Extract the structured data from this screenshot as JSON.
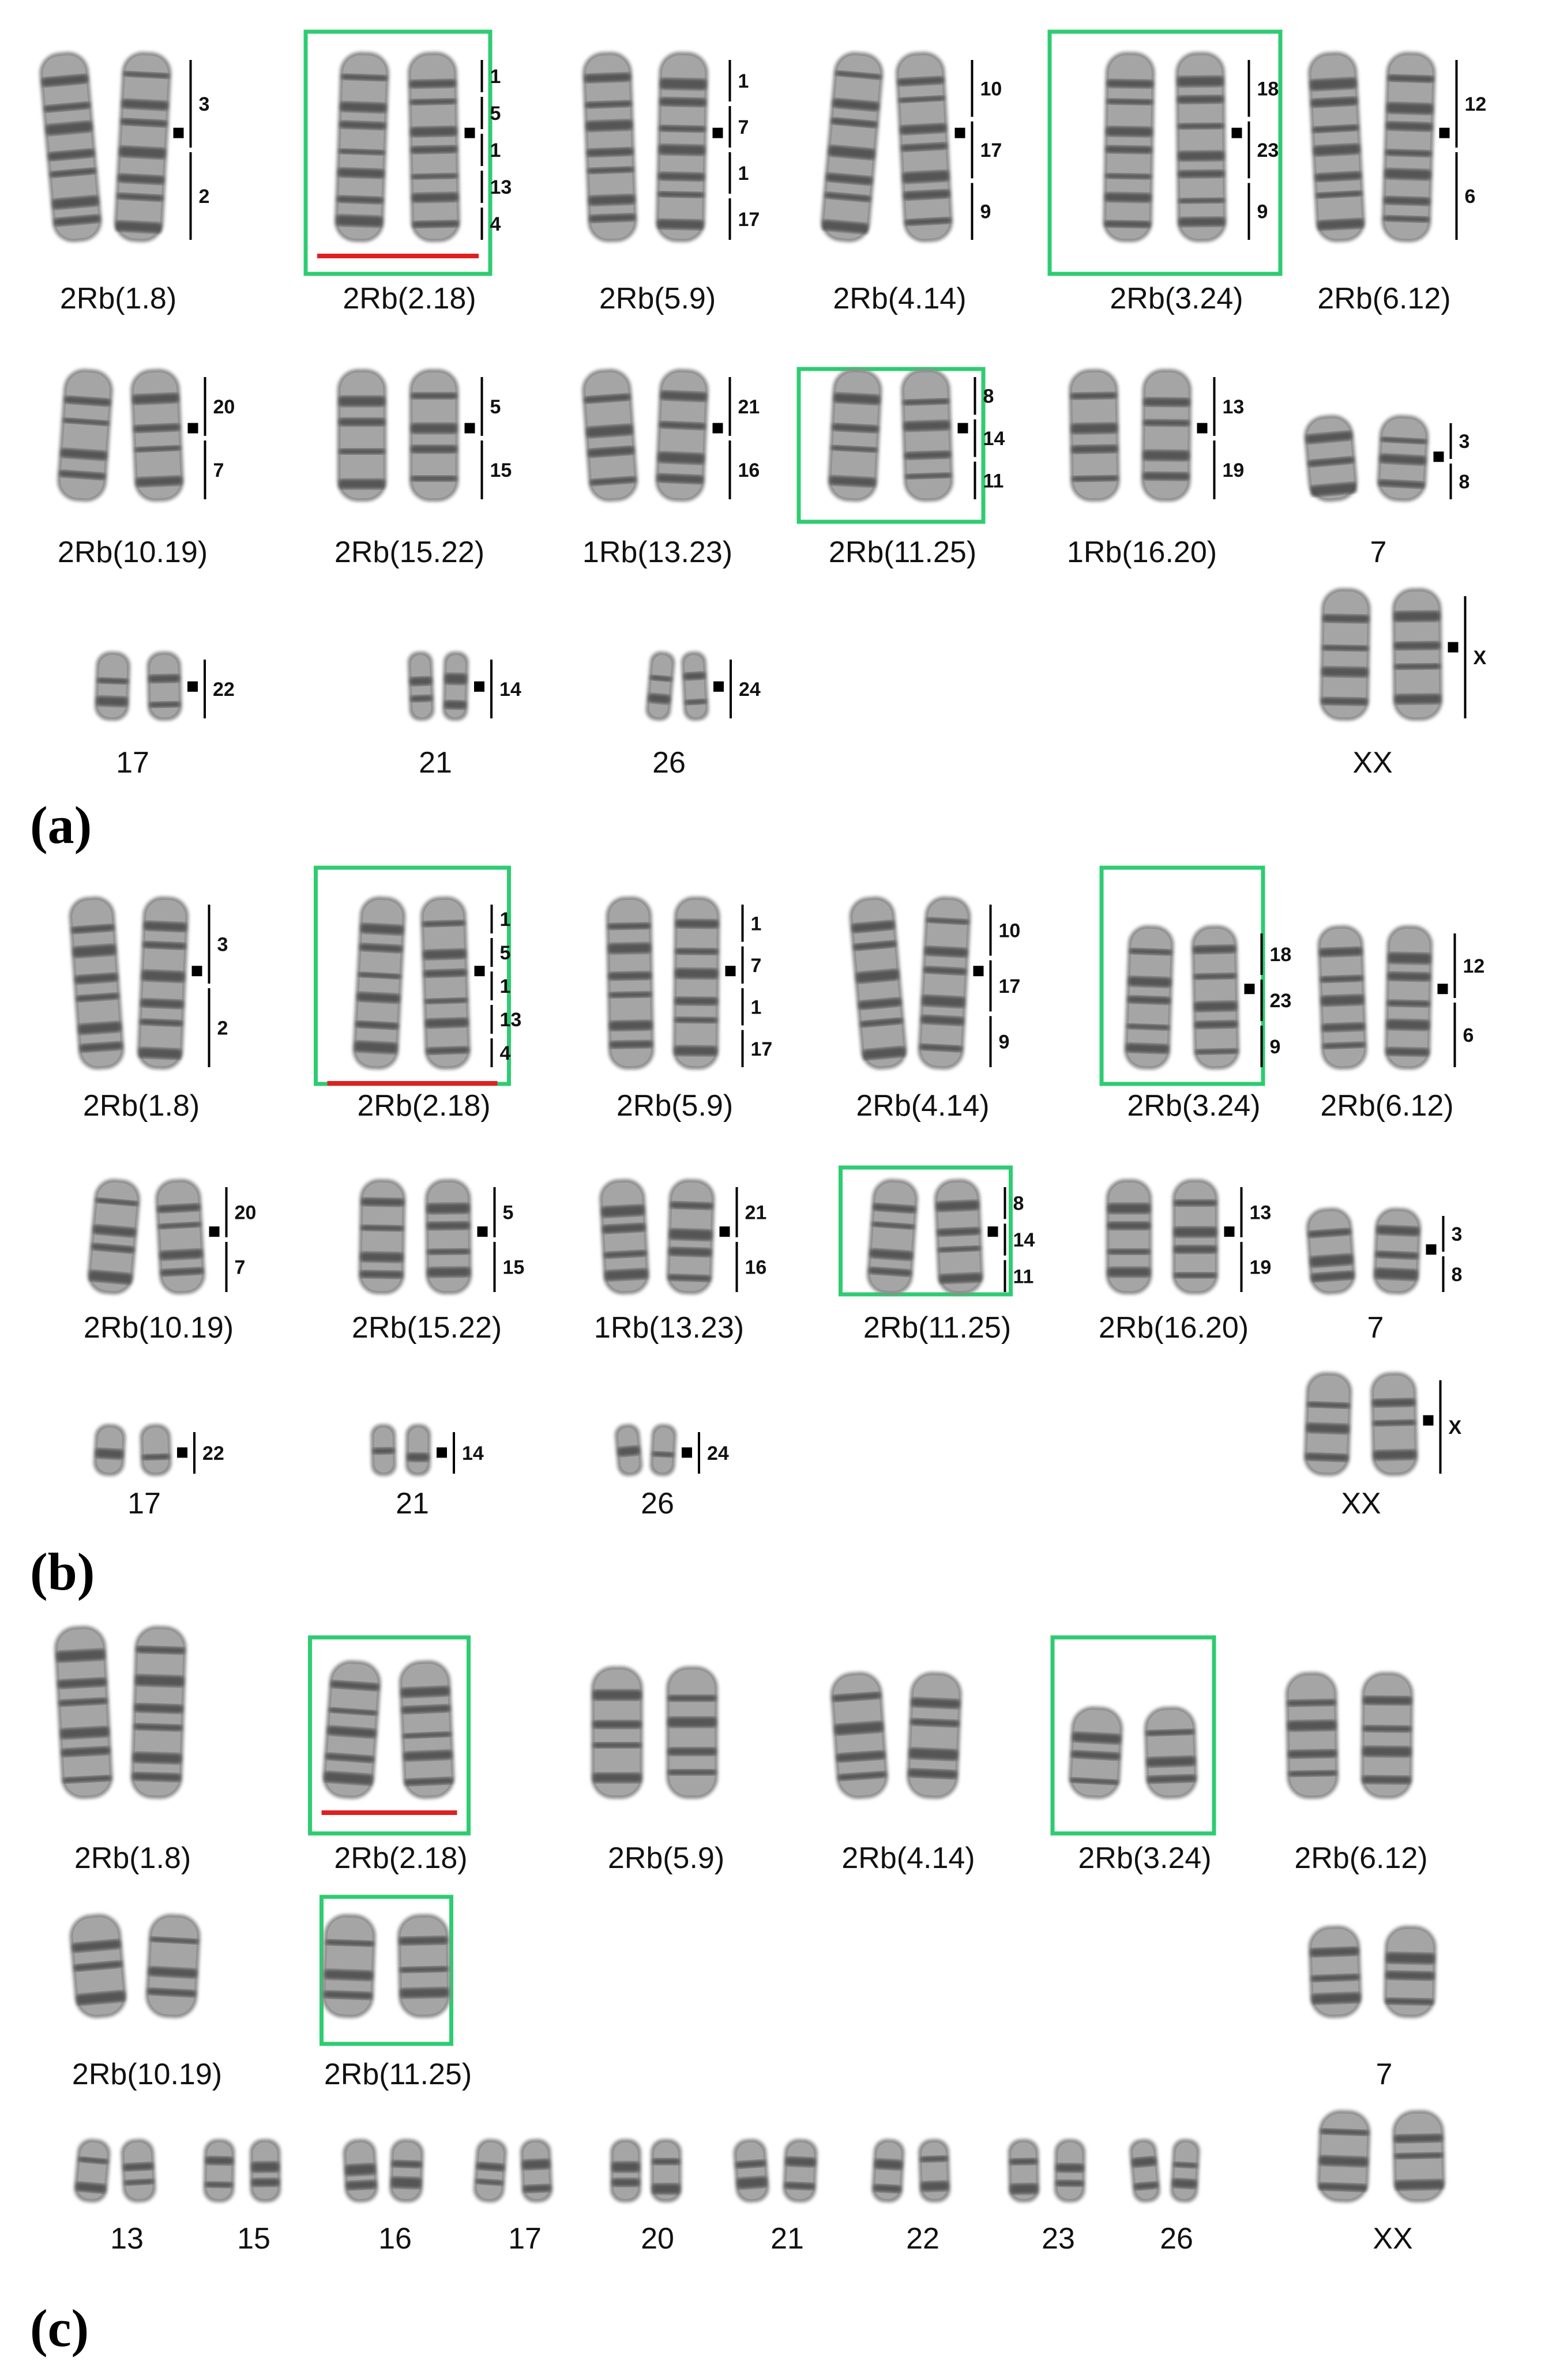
{
  "panels": [
    {
      "label": "(a)",
      "pairs": [
        {
          "name": "2Rb(1.8)",
          "box": false,
          "red_bar": false,
          "arms": [
            "3",
            "2"
          ]
        },
        {
          "name": "2Rb(2.18)",
          "box": true,
          "red_bar": true,
          "arms": [
            "1",
            "5",
            "1",
            "13",
            "4"
          ]
        },
        {
          "name": "2Rb(5.9)",
          "box": false,
          "red_bar": false,
          "arms": [
            "1",
            "7",
            "1",
            "17"
          ]
        },
        {
          "name": "2Rb(4.14)",
          "box": false,
          "red_bar": false,
          "arms": [
            "10",
            "17",
            "9"
          ]
        },
        {
          "name": "2Rb(3.24)",
          "box": true,
          "red_bar": false,
          "arms": [
            "18",
            "23",
            "9"
          ]
        },
        {
          "name": "2Rb(6.12)",
          "box": false,
          "red_bar": false,
          "arms": [
            "12",
            "6"
          ]
        },
        {
          "name": "2Rb(10.19)",
          "box": false,
          "red_bar": false,
          "arms": [
            "20",
            "7"
          ]
        },
        {
          "name": "2Rb(15.22)",
          "box": false,
          "red_bar": false,
          "arms": [
            "5",
            "15"
          ]
        },
        {
          "name": "1Rb(13.23)",
          "box": false,
          "red_bar": false,
          "arms": [
            "21",
            "16"
          ]
        },
        {
          "name": "2Rb(11.25)",
          "box": true,
          "red_bar": false,
          "arms": [
            "8",
            "14",
            "11"
          ]
        },
        {
          "name": "1Rb(16.20)",
          "box": false,
          "red_bar": false,
          "arms": [
            "13",
            "19"
          ]
        },
        {
          "name": "7",
          "box": false,
          "red_bar": false,
          "arms": [
            "3",
            "8"
          ]
        },
        {
          "name": "17",
          "box": false,
          "red_bar": false,
          "arms": [
            "22"
          ]
        },
        {
          "name": "21",
          "box": false,
          "red_bar": false,
          "arms": [
            "14"
          ]
        },
        {
          "name": "26",
          "box": false,
          "red_bar": false,
          "arms": [
            "24"
          ]
        },
        {
          "name": "XX",
          "box": false,
          "red_bar": false,
          "arms": [
            "X"
          ]
        }
      ]
    },
    {
      "label": "(b)",
      "pairs": [
        {
          "name": "2Rb(1.8)",
          "box": false,
          "red_bar": false,
          "arms": [
            "3",
            "2"
          ]
        },
        {
          "name": "2Rb(2.18)",
          "box": true,
          "red_bar": true,
          "arms": [
            "1",
            "5",
            "1",
            "13",
            "4"
          ]
        },
        {
          "name": "2Rb(5.9)",
          "box": false,
          "red_bar": false,
          "arms": [
            "1",
            "7",
            "1",
            "17"
          ]
        },
        {
          "name": "2Rb(4.14)",
          "box": false,
          "red_bar": false,
          "arms": [
            "10",
            "17",
            "9"
          ]
        },
        {
          "name": "2Rb(3.24)",
          "box": true,
          "red_bar": false,
          "arms": [
            "18",
            "23",
            "9"
          ]
        },
        {
          "name": "2Rb(6.12)",
          "box": false,
          "red_bar": false,
          "arms": [
            "12",
            "6"
          ]
        },
        {
          "name": "2Rb(10.19)",
          "box": false,
          "red_bar": false,
          "arms": [
            "20",
            "7"
          ]
        },
        {
          "name": "2Rb(15.22)",
          "box": false,
          "red_bar": false,
          "arms": [
            "5",
            "15"
          ]
        },
        {
          "name": "1Rb(13.23)",
          "box": false,
          "red_bar": false,
          "arms": [
            "21",
            "16"
          ]
        },
        {
          "name": "2Rb(11.25)",
          "box": true,
          "red_bar": false,
          "arms": [
            "8",
            "14",
            "11"
          ]
        },
        {
          "name": "2Rb(16.20)",
          "box": false,
          "red_bar": false,
          "arms": [
            "13",
            "19"
          ]
        },
        {
          "name": "7",
          "box": false,
          "red_bar": false,
          "arms": [
            "3",
            "8"
          ]
        },
        {
          "name": "17",
          "box": false,
          "red_bar": false,
          "arms": [
            "22"
          ]
        },
        {
          "name": "21",
          "box": false,
          "red_bar": false,
          "arms": [
            "14"
          ]
        },
        {
          "name": "26",
          "box": false,
          "red_bar": false,
          "arms": [
            "24"
          ]
        },
        {
          "name": "XX",
          "box": false,
          "red_bar": false,
          "arms": [
            "X"
          ]
        }
      ]
    },
    {
      "label": "(c)",
      "pairs": [
        {
          "name": "2Rb(1.8)",
          "box": false,
          "red_bar": false,
          "arms": []
        },
        {
          "name": "2Rb(2.18)",
          "box": true,
          "red_bar": true,
          "arms": []
        },
        {
          "name": "2Rb(5.9)",
          "box": false,
          "red_bar": false,
          "arms": []
        },
        {
          "name": "2Rb(4.14)",
          "box": false,
          "red_bar": false,
          "arms": []
        },
        {
          "name": "2Rb(3.24)",
          "box": true,
          "red_bar": false,
          "arms": []
        },
        {
          "name": "2Rb(6.12)",
          "box": false,
          "red_bar": false,
          "arms": []
        },
        {
          "name": "2Rb(10.19)",
          "box": false,
          "red_bar": false,
          "arms": []
        },
        {
          "name": "2Rb(11.25)",
          "box": true,
          "red_bar": false,
          "arms": []
        },
        {
          "name": "7",
          "box": false,
          "red_bar": false,
          "arms": []
        },
        {
          "name": "13",
          "box": false,
          "red_bar": false,
          "arms": []
        },
        {
          "name": "15",
          "box": false,
          "red_bar": false,
          "arms": []
        },
        {
          "name": "16",
          "box": false,
          "red_bar": false,
          "arms": []
        },
        {
          "name": "17",
          "box": false,
          "red_bar": false,
          "arms": []
        },
        {
          "name": "20",
          "box": false,
          "red_bar": false,
          "arms": []
        },
        {
          "name": "21",
          "box": false,
          "red_bar": false,
          "arms": []
        },
        {
          "name": "22",
          "box": false,
          "red_bar": false,
          "arms": []
        },
        {
          "name": "23",
          "box": false,
          "red_bar": false,
          "arms": []
        },
        {
          "name": "26",
          "box": false,
          "red_bar": false,
          "arms": []
        },
        {
          "name": "XX",
          "box": false,
          "red_bar": false,
          "arms": []
        }
      ]
    }
  ],
  "colors": {
    "highlight_box": "#2ecc71",
    "marker_bar": "#e02020",
    "chromosome": "#3a3a3a",
    "centromere": "#000000"
  }
}
